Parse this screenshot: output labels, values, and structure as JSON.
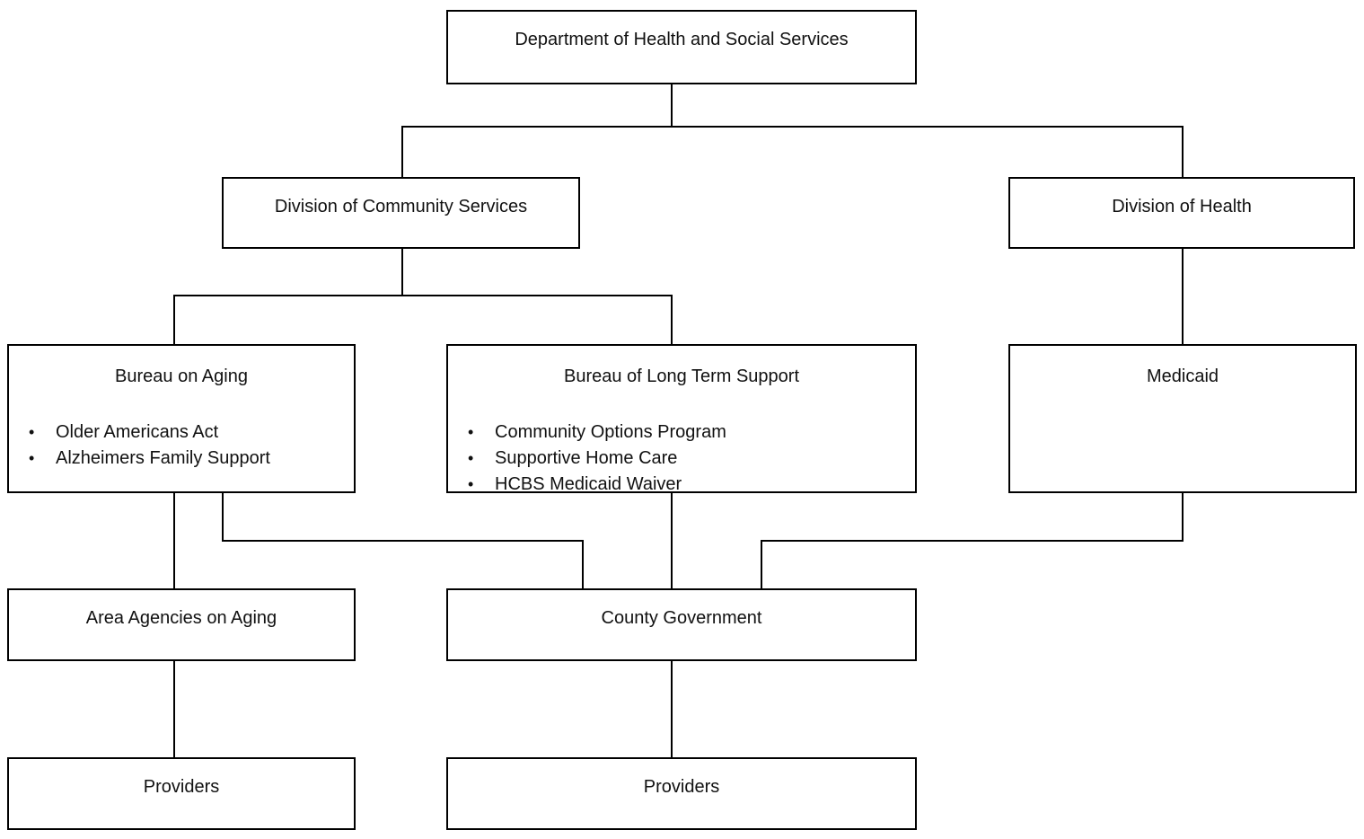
{
  "diagram": {
    "type": "org-chart",
    "background_color": "#ffffff",
    "line_color": "#000000",
    "text_color": "#111111",
    "nodes": {
      "dhss": {
        "label": "Department of Health and Social Services"
      },
      "dcs": {
        "label": "Division of Community Services"
      },
      "doh": {
        "label": "Division of Health"
      },
      "boa": {
        "label": "Bureau on Aging",
        "bullets": [
          "Older Americans Act",
          "Alzheimers Family Support"
        ]
      },
      "blts": {
        "label": "Bureau of Long Term Support",
        "bullets": [
          "Community Options Program",
          "Supportive Home Care",
          "HCBS Medicaid Waiver"
        ]
      },
      "medicaid": {
        "label": "Medicaid"
      },
      "aaa": {
        "label": "Area Agencies on Aging"
      },
      "county": {
        "label": "County Government"
      },
      "providers_aging": {
        "label": "Providers"
      },
      "providers_county": {
        "label": "Providers"
      }
    },
    "edges": [
      "dhss -> dcs",
      "dhss -> doh",
      "dcs -> boa",
      "dcs -> blts",
      "doh -> medicaid",
      "boa -> aaa",
      "boa -> county",
      "blts -> county",
      "medicaid -> county",
      "aaa -> providers_aging",
      "county -> providers_county"
    ]
  }
}
